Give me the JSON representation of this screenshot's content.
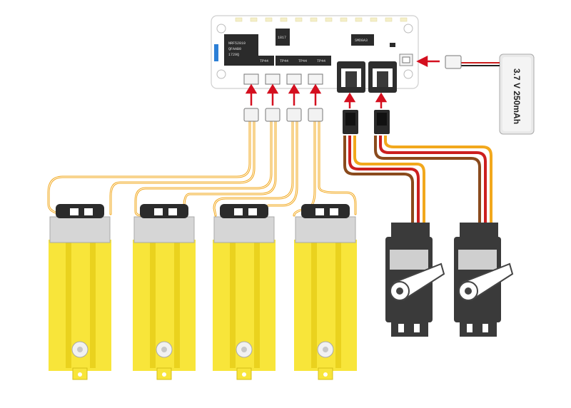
{
  "board": {
    "main_chip_lines": [
      "NRF52810",
      "QFAAB0",
      "1729Q"
    ],
    "small_chip_label": "1817",
    "driver_labels": [
      "TP44",
      "TP44",
      "TP44",
      "TP44"
    ],
    "right_chip_label": "SMD8A3"
  },
  "battery": {
    "label": "3.7 V 250mAh"
  },
  "motors": [
    {
      "id": "motor-1"
    },
    {
      "id": "motor-2"
    },
    {
      "id": "motor-3"
    },
    {
      "id": "motor-4"
    }
  ],
  "servos": [
    {
      "id": "servo-1"
    },
    {
      "id": "servo-2"
    }
  ],
  "colors": {
    "board": "#ffffff",
    "chip": "#2b2b2b",
    "led": "#f5efc8",
    "motor_body": "#f8e53a",
    "motor_shade": "#ead21e",
    "gearbox": "#d6d6d6",
    "wire_orange": "#f2a81d",
    "wire_red": "#cc1f1f",
    "wire_brown": "#8a4a1c",
    "arrow_red": "#d40f1f",
    "servo_body": "#3a3a3a"
  }
}
